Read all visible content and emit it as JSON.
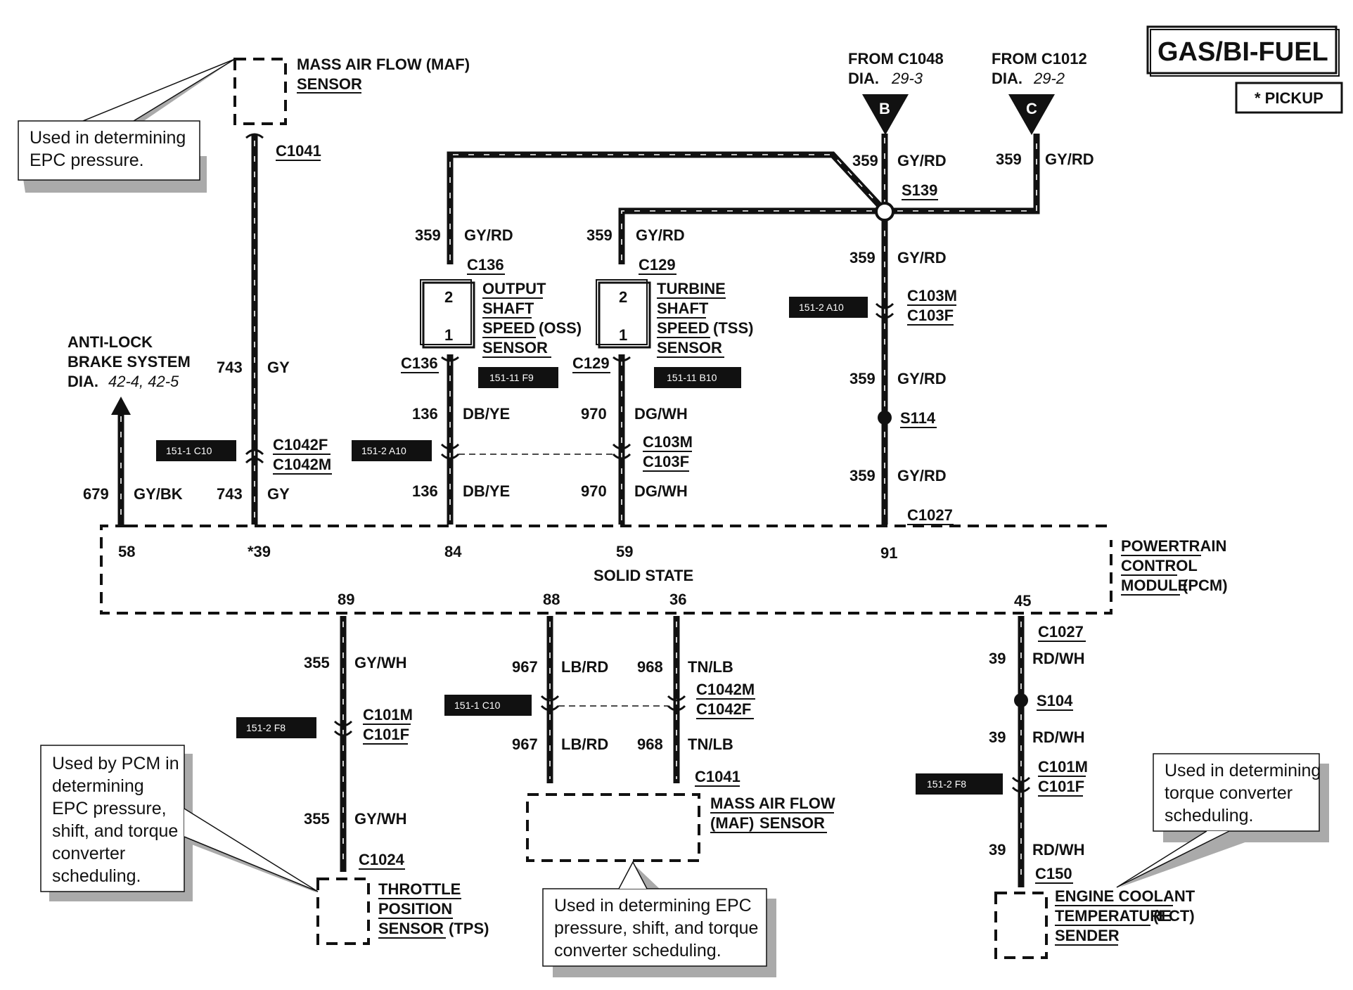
{
  "title": "GAS/BI-FUEL",
  "pickup": "* PICKUP",
  "maf_top": {
    "line1": "MASS AIR FLOW (MAF)",
    "line2": "SENSOR",
    "connector": "C1041"
  },
  "note_maf_top": [
    "Used in determining",
    "EPC pressure."
  ],
  "from_c1048": {
    "line1": "FROM C1048",
    "dia": "DIA.",
    "ref": "29-3",
    "letter": "B"
  },
  "from_c1012": {
    "line1": "FROM C1012",
    "dia": "DIA.",
    "ref": "29-2",
    "letter": "C"
  },
  "abs": {
    "line1": "ANTI-LOCK",
    "line2": "BRAKE SYSTEM",
    "dia": "DIA.",
    "ref": "42-4, 42-5"
  },
  "wires": {
    "w679": {
      "num": "679",
      "color": "GY/BK"
    },
    "w743a": {
      "num": "743",
      "color": "GY"
    },
    "w743b": {
      "num": "743",
      "color": "GY"
    },
    "w359_oss": {
      "num": "359",
      "color": "GY/RD"
    },
    "w359_tss": {
      "num": "359",
      "color": "GY/RD"
    },
    "w359_b": {
      "num": "359",
      "color": "GY/RD"
    },
    "w359_c": {
      "num": "359",
      "color": "GY/RD"
    },
    "w359_1": {
      "num": "359",
      "color": "GY/RD"
    },
    "w359_2": {
      "num": "359",
      "color": "GY/RD"
    },
    "w359_3": {
      "num": "359",
      "color": "GY/RD"
    },
    "w136a": {
      "num": "136",
      "color": "DB/YE"
    },
    "w136b": {
      "num": "136",
      "color": "DB/YE"
    },
    "w970a": {
      "num": "970",
      "color": "DG/WH"
    },
    "w970b": {
      "num": "970",
      "color": "DG/WH"
    },
    "w355a": {
      "num": "355",
      "color": "GY/WH"
    },
    "w355b": {
      "num": "355",
      "color": "GY/WH"
    },
    "w967a": {
      "num": "967",
      "color": "LB/RD"
    },
    "w967b": {
      "num": "967",
      "color": "LB/RD"
    },
    "w968a": {
      "num": "968",
      "color": "TN/LB"
    },
    "w968b": {
      "num": "968",
      "color": "TN/LB"
    },
    "w39a": {
      "num": "39",
      "color": "RD/WH"
    },
    "w39b": {
      "num": "39",
      "color": "RD/WH"
    },
    "w39c": {
      "num": "39",
      "color": "RD/WH"
    }
  },
  "connectors": {
    "c136_top": "C136",
    "c136_bot": "C136",
    "c129_top": "C129",
    "c129_bot": "C129",
    "s139": "S139",
    "s114": "S114",
    "s104": "S104",
    "c103m_r": "C103M",
    "c103f_r": "C103F",
    "c103m_m": "C103M",
    "c103f_m": "C103F",
    "c1042f_l": "C1042F",
    "c1042m_l": "C1042M",
    "c1027_top": "C1027",
    "c1027_bot": "C1027",
    "c101m_l": "C101M",
    "c101f_l": "C101F",
    "c1042m_b": "C1042M",
    "c1042f_b": "C1042F",
    "c1041_b": "C1041",
    "c1024": "C1024",
    "c101m_r": "C101M",
    "c101f_r": "C101F",
    "c150": "C150"
  },
  "oss": {
    "pin_top": "2",
    "pin_bot": "1",
    "line1": "OUTPUT",
    "line2": "SHAFT",
    "line3": "SPEED",
    "line3b": "(OSS)",
    "line4": "SENSOR"
  },
  "tss": {
    "pin_top": "2",
    "pin_bot": "1",
    "line1": "TURBINE",
    "line2": "SHAFT",
    "line3": "SPEED",
    "line3b": "(TSS)",
    "line4": "SENSOR"
  },
  "pcm": {
    "line1": "POWERTRAIN",
    "line2": "CONTROL",
    "line3": "MODULE",
    "line3b": "(PCM)",
    "state": "SOLID STATE",
    "pins_top": [
      "58",
      "*39",
      "84",
      "59",
      "91"
    ],
    "pins_bottom": [
      "89",
      "88",
      "36",
      "45"
    ]
  },
  "tags": {
    "t1": "151-1 C10",
    "t2": "151-2 A10",
    "t3": "151-11 F9",
    "t4": "151-11 B10",
    "t5": "151-2 A10",
    "t6": "151-2 F8",
    "t7": "151-1 C10",
    "t8": "151-2 F8"
  },
  "tps": {
    "line1": "THROTTLE",
    "line2": "POSITION",
    "line3": "SENSOR",
    "line3b": "(TPS)"
  },
  "maf_bot": {
    "line1": "MASS AIR FLOW",
    "line2": "(MAF)",
    "line2b": "SENSOR"
  },
  "ect": {
    "line1": "ENGINE COOLANT",
    "line2": "TEMPERATURE",
    "line2b": "(ECT)",
    "line3": "SENDER"
  },
  "note_tps": [
    "Used by PCM in",
    "determining",
    "EPC pressure,",
    "shift, and torque",
    "converter",
    "scheduling."
  ],
  "note_maf_bot": [
    "Used in determining EPC",
    "pressure, shift, and torque",
    "converter scheduling."
  ],
  "note_ect": [
    "Used in determining",
    "torque converter",
    "scheduling."
  ]
}
